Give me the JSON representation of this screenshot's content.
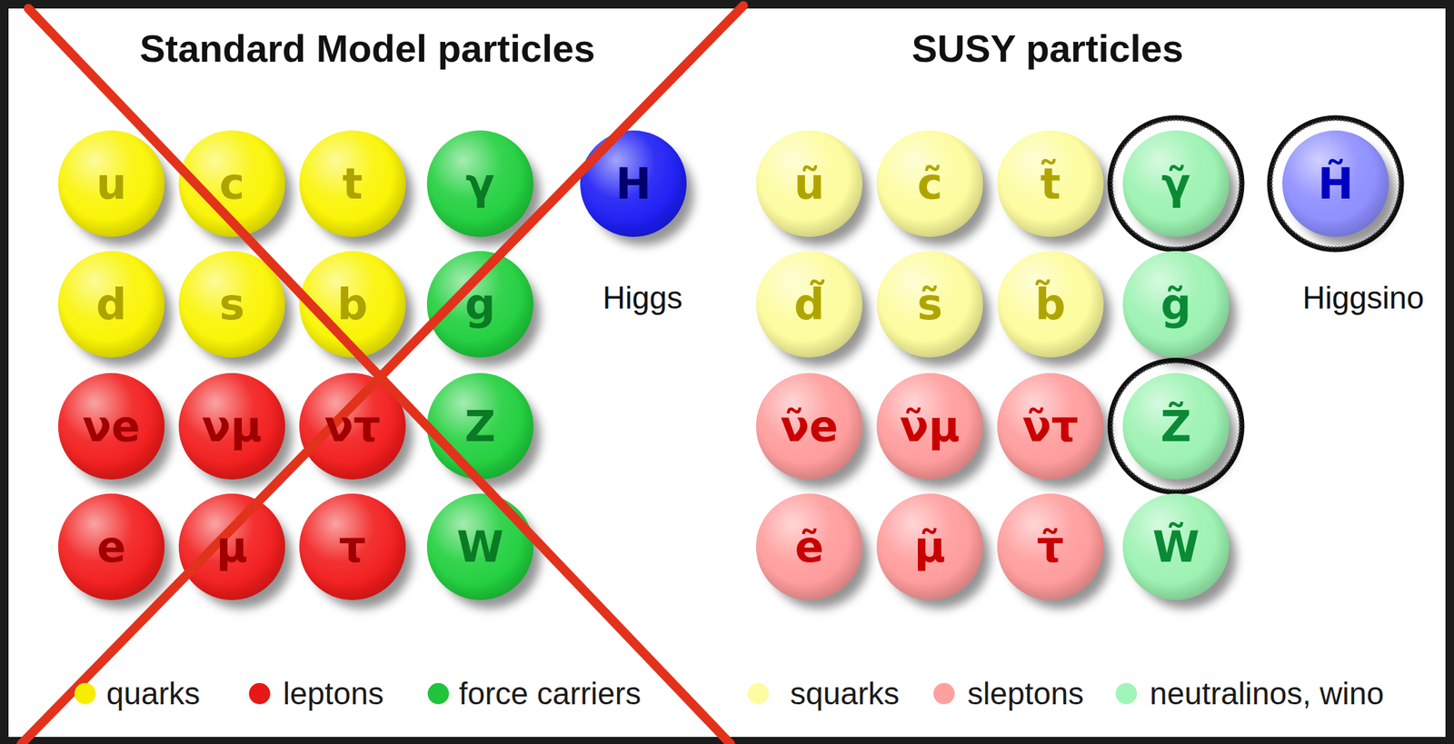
{
  "diagram": {
    "nodes": [
      {
        "text": [
          "u"
        ]
      },
      {
        "text": [
          "c"
        ]
      },
      {
        "text": [
          "t"
        ]
      },
      {
        "text": [
          "γ"
        ]
      },
      {
        "text": [
          "H"
        ]
      },
      {
        "text": [
          "d"
        ]
      },
      {
        "text": [
          "s"
        ]
      },
      {
        "text": [
          "b"
        ]
      },
      {
        "text": [
          "g"
        ]
      },
      {
        "text": [
          "νe"
        ]
      },
      {
        "text": [
          "νμ"
        ]
      },
      {
        "text": [
          "ντ"
        ]
      },
      {
        "text": [
          "Z"
        ]
      },
      {
        "text": [
          "e"
        ]
      },
      {
        "text": [
          "μ"
        ]
      },
      {
        "text": [
          "τ"
        ]
      },
      {
        "text": [
          "W"
        ]
      },
      {
        "text": [
          "ũ"
        ]
      },
      {
        "text": [
          "c̃"
        ]
      },
      {
        "text": [
          "t̃"
        ]
      },
      {
        "text": [
          "γ̃"
        ]
      },
      {
        "text": [
          "H̃"
        ]
      },
      {
        "text": [
          "d̃"
        ]
      },
      {
        "text": [
          "s̃"
        ]
      },
      {
        "text": [
          "b̃"
        ]
      },
      {
        "text": [
          "g̃"
        ]
      },
      {
        "text": [
          "ν̃e"
        ]
      },
      {
        "text": [
          "ν̃μ"
        ]
      },
      {
        "text": [
          "ν̃τ"
        ]
      },
      {
        "text": [
          "Z̃"
        ]
      },
      {
        "text": [
          "ẽ"
        ]
      },
      {
        "text": [
          "μ̃"
        ]
      },
      {
        "text": [
          "τ̃"
        ]
      },
      {
        "text": [
          "W̃"
        ]
      }
    ],
    "labels": [
      "Standard Model particles",
      "Higgs",
      "SUSY particles",
      "Higgsino"
    ],
    "legend": [
      {
        "text": "quarks",
        "color": "#f5ee00"
      },
      {
        "text": "leptons",
        "color": "#e81818"
      },
      {
        "text": "force carriers",
        "color": "#1fc43a"
      },
      {
        "text": "squarks",
        "color": "#fdfca0"
      },
      {
        "text": "sleptons",
        "color": "#ffa0a0"
      },
      {
        "text": "neutralinos, wino",
        "color": "#a0f5b8"
      }
    ]
  }
}
